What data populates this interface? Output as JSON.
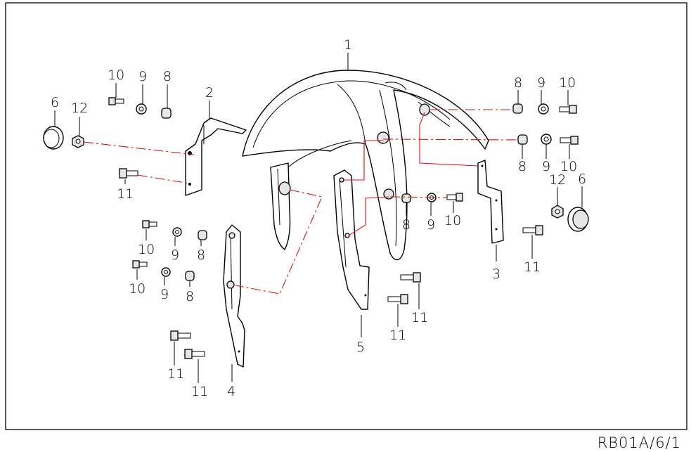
{
  "diagram": {
    "title": "",
    "reference_code": "RB01A/6/1",
    "callouts": {
      "c1": "1",
      "c2": "2",
      "c3": "3",
      "c4": "4",
      "c5": "5",
      "c6_left": "6",
      "c6_right": "6",
      "c12_left": "12",
      "c12_right": "12",
      "c10_tl": "10",
      "c9_tl": "9",
      "c8_tl": "8",
      "c11_left": "11",
      "c10_ml1": "10",
      "c9_ml1": "9",
      "c8_ml1": "8",
      "c10_ml2": "10",
      "c9_ml2": "9",
      "c8_ml2": "8",
      "c11_bl1": "11",
      "c11_bl2": "11",
      "c8_tr": "8",
      "c9_tr": "9",
      "c10_tr": "10",
      "c8_tr2": "8",
      "c9_tr2": "9",
      "c10_tr2": "10",
      "c8_mid": "8",
      "c9_mid": "9",
      "c10_mid": "10",
      "c11_right": "11",
      "c11_c1": "11",
      "c11_c2": "11"
    },
    "colors": {
      "line": "#000000",
      "assembly_line": "#dd1111",
      "background": "#ffffff"
    }
  }
}
